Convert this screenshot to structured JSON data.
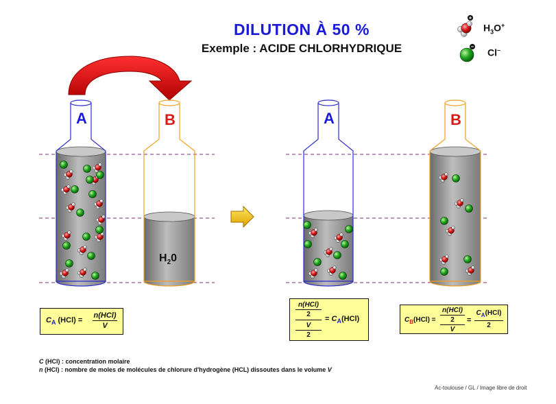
{
  "title": "DILUTION À 50 %",
  "subtitle": "Exemple : ACIDE CHLORHYDRIQUE",
  "legend": {
    "h3o_label_main": "H",
    "h3o_label_sub": "3",
    "h3o_label_rest": "O",
    "h3o_label_sup": "+",
    "cl_label_main": "Cl",
    "cl_label_sup": "–"
  },
  "bottles": {
    "a_left": "A",
    "b_left": "B",
    "a_right": "A",
    "b_right": "B"
  },
  "water_label_main": "H",
  "water_label_sub": "2",
  "water_label_rest": "0",
  "formulas": {
    "f1": {
      "c": "C",
      "sub": "A",
      "hcl": "(HCl) =",
      "num": "n(HCl)",
      "den": "V"
    },
    "f2": {
      "num_top": "n(HCl)",
      "num_bot": "2",
      "den_top": "V",
      "den_bot": "2",
      "eq": "=",
      "c": "C",
      "sub": "A",
      "hcl": "(HCl)"
    },
    "f3": {
      "c": "C",
      "sub": "B",
      "hcl": "(HCl) =",
      "n1_top": "n(HCl)",
      "n1_mid": "2",
      "n1_bot": "V",
      "eq": "=",
      "c2": "C",
      "sub2": "A",
      "hcl2": "(HCl)",
      "den2": "2"
    }
  },
  "notes": {
    "line1_var": "C",
    "line1_text": " (HCl) : concentration molaire",
    "line2_var": "n",
    "line2_text": " (HCl) : nombre de moles de molécules de chlorure d'hydrogène (HCL) dissoutes dans le volume ",
    "line2_end": "V"
  },
  "credit": "Ac-toulouse / GL / Image libre de droit",
  "colors": {
    "title_blue": "#1a1ad8",
    "bottle_a_outline": "#2b2bd0",
    "bottle_b_outline": "#f0a020",
    "label_red": "#d81a1a",
    "formula_bg": "#ffff99",
    "dashed_line": "#7a2a7a",
    "arrow_red": "#d81a1a",
    "arrow_yellow": "#ffd000"
  }
}
